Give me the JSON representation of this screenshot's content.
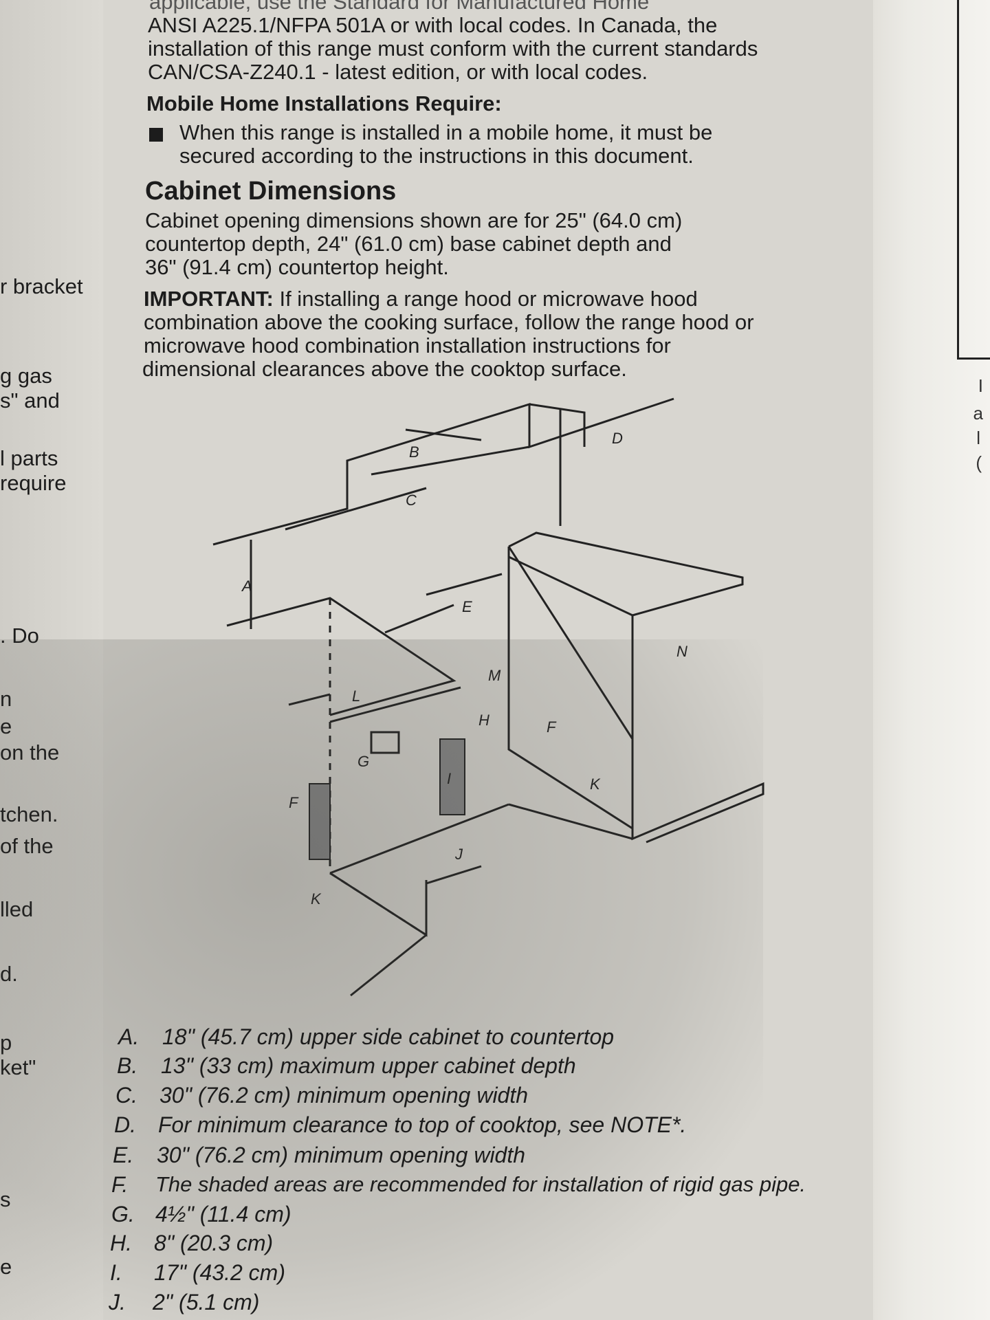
{
  "intro": {
    "line1": "applicable, use the Standard for Manufactured Home",
    "line2": "ANSI A225.1/NFPA 501A or with local codes. In Canada, the",
    "line3": "installation of this range must conform with the current standards",
    "line4": "CAN/CSA-Z240.1 - latest edition, or with local codes."
  },
  "mobile_home": {
    "heading": "Mobile Home Installations Require:",
    "bullet_line1": "When this range is installed in a mobile home, it must be",
    "bullet_line2": "secured according to the instructions in this document."
  },
  "cabinet": {
    "heading": "Cabinet Dimensions",
    "line1": "Cabinet opening dimensions shown are for 25\" (64.0 cm)",
    "line2": "countertop depth, 24\" (61.0 cm) base cabinet depth and",
    "line3": "36\" (91.4 cm) countertop height.",
    "important_label": "IMPORTANT:",
    "important_line1": " If installing a range hood or microwave hood",
    "important_line2": "combination above the cooking surface, follow the range hood or",
    "important_line3": "microwave hood combination installation instructions for",
    "important_line4": "dimensional clearances above the cooktop surface."
  },
  "diagram_labels": {
    "A": "A",
    "B": "B",
    "C": "C",
    "D": "D",
    "E": "E",
    "F": "F",
    "G": "G",
    "H": "H",
    "I": "I",
    "J": "J",
    "K": "K",
    "L": "L",
    "M": "M",
    "N": "N"
  },
  "legend": [
    {
      "letter": "A.",
      "text": "18\" (45.7 cm) upper side cabinet to countertop"
    },
    {
      "letter": "B.",
      "text": "13\" (33 cm) maximum upper cabinet depth"
    },
    {
      "letter": "C.",
      "text": "30\" (76.2 cm) minimum opening width"
    },
    {
      "letter": "D.",
      "text": "For minimum clearance to top of cooktop, see NOTE*."
    },
    {
      "letter": "E.",
      "text": "30\" (76.2 cm) minimum opening width"
    },
    {
      "letter": "F.",
      "text": "The shaded areas are recommended for installation of rigid gas pipe."
    },
    {
      "letter": "G.",
      "text": "4½\" (11.4 cm)"
    },
    {
      "letter": "H.",
      "text": "8\" (20.3 cm)"
    },
    {
      "letter": "I.",
      "text": "17\" (43.2 cm)"
    },
    {
      "letter": "J.",
      "text": "2\" (5.1 cm)"
    }
  ],
  "left_page_fragments": [
    "r bracket",
    "g gas",
    "s\" and",
    "l parts",
    "require",
    ". Do",
    "n",
    "e",
    "on the",
    "tchen.",
    "of the",
    "lled",
    "d.",
    "p",
    "ket\"",
    "s",
    "e"
  ],
  "right_page_fragments": [
    "I",
    "a",
    "l",
    "("
  ]
}
